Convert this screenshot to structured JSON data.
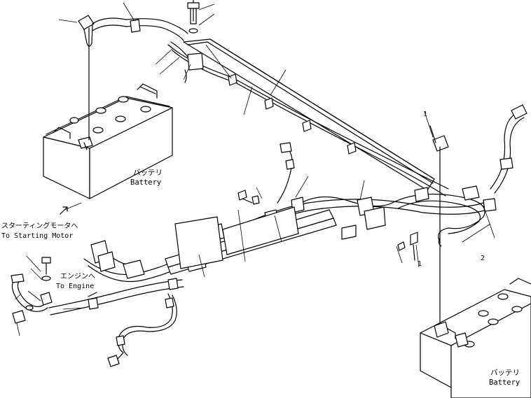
{
  "labels": {
    "battery_top_jp": "バッテリ",
    "battery_top_en": "Battery",
    "battery_bottom_jp": "バッテリ",
    "battery_bottom_en": "Battery",
    "starting_motor_jp": "スターティングモータへ",
    "starting_motor_en": "To Starting Motor",
    "engine_jp": "エンジンへ",
    "engine_en": "To Engine"
  },
  "callouts": {
    "c1": "1",
    "c2": "1",
    "c3": "2"
  }
}
